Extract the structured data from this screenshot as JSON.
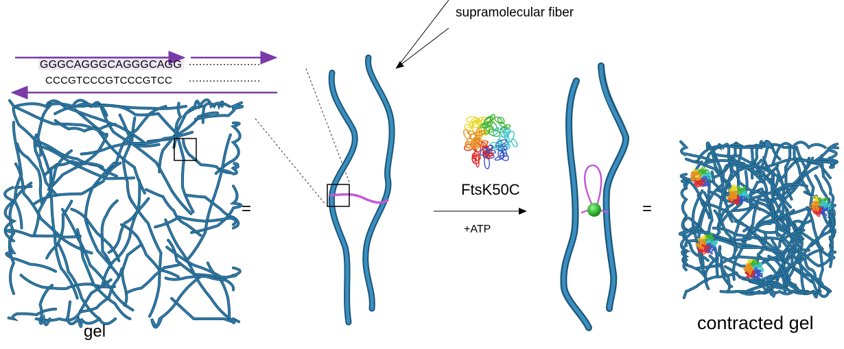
{
  "title_label": "supramolecular fiber",
  "dna": {
    "top_strand": "GGGCAGGGCAGGGCAGG",
    "top_dots": "…………………",
    "bottom_strand": "CCCGTCCCGTCCCGTCC",
    "bottom_dots": "…………………"
  },
  "labels": {
    "gel": "gel",
    "equals_1": "=",
    "protein": "FtsK50C",
    "reagent": "+ATP",
    "equals_2": "=",
    "contracted_gel": "contracted gel"
  },
  "colors": {
    "fiber": "#2f7fae",
    "fiber_dark": "#1d5577",
    "dna_arrow": "#7a3aa8",
    "linker": "#c35ad6",
    "motor": "#3cbf3c"
  },
  "protein_subunit_colors": [
    "#e8d82a",
    "#3fb43a",
    "#3cc4c9",
    "#3a4fc4",
    "#e02a2a",
    "#e8901e"
  ]
}
